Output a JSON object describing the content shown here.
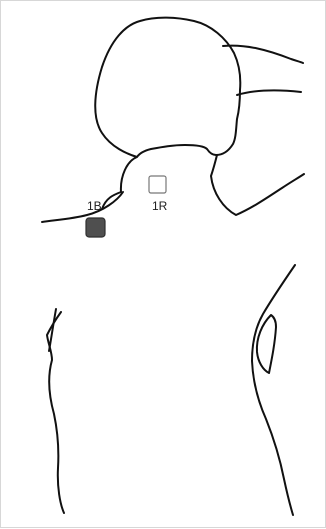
{
  "diagram": {
    "markers": [
      {
        "label": "1B",
        "style": "filled",
        "color": "#4f4f4f"
      },
      {
        "label": "1R",
        "style": "outline",
        "color": "#777777"
      }
    ],
    "line_color": "#111111",
    "background": "#ffffff"
  }
}
